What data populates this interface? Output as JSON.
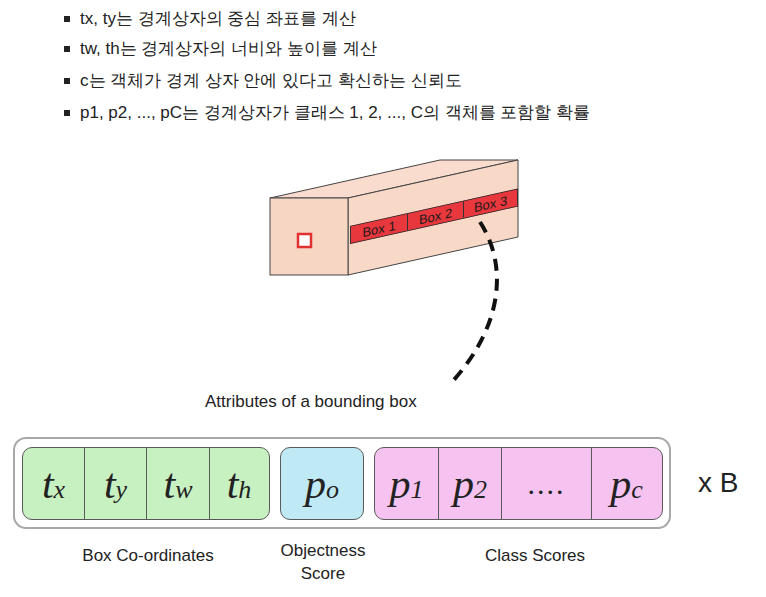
{
  "diagram": {
    "nodes": [
      {
        "text": [
          "Box 1"
        ]
      },
      {
        "text": [
          "Box 2"
        ]
      },
      {
        "text": [
          "Box 3"
        ]
      },
      {
        "text": [
          "Box Co-ordinates"
        ]
      },
      {
        "text": [
          "tx"
        ],
        "in": 3
      },
      {
        "text": [
          "ty"
        ],
        "in": 3
      },
      {
        "text": [
          "tw"
        ],
        "in": 3
      },
      {
        "text": [
          "th"
        ],
        "in": 3
      },
      {
        "text": [
          "po",
          "Objectness Score"
        ]
      },
      {
        "text": [
          "Class Scores"
        ]
      },
      {
        "text": [
          "p1"
        ],
        "in": 9
      },
      {
        "text": [
          "p2"
        ],
        "in": 9
      },
      {
        "text": [
          "...."
        ],
        "in": 9
      },
      {
        "text": [
          "pc"
        ],
        "in": 9
      }
    ],
    "labels": [
      "tx, ty는 경계상자의 중심 좌표를 계산",
      "tw, th는 경계상자의 너비와 높이를 계산",
      "c는 객체가 경계 상자 안에 있다고 확신하는 신뢰도",
      "p1, p2, ..., pC는 경계상자가 클래스 1, 2, ..., C의 객체를 포함할 확률",
      "Attributes of a bounding box",
      "x B"
    ]
  }
}
